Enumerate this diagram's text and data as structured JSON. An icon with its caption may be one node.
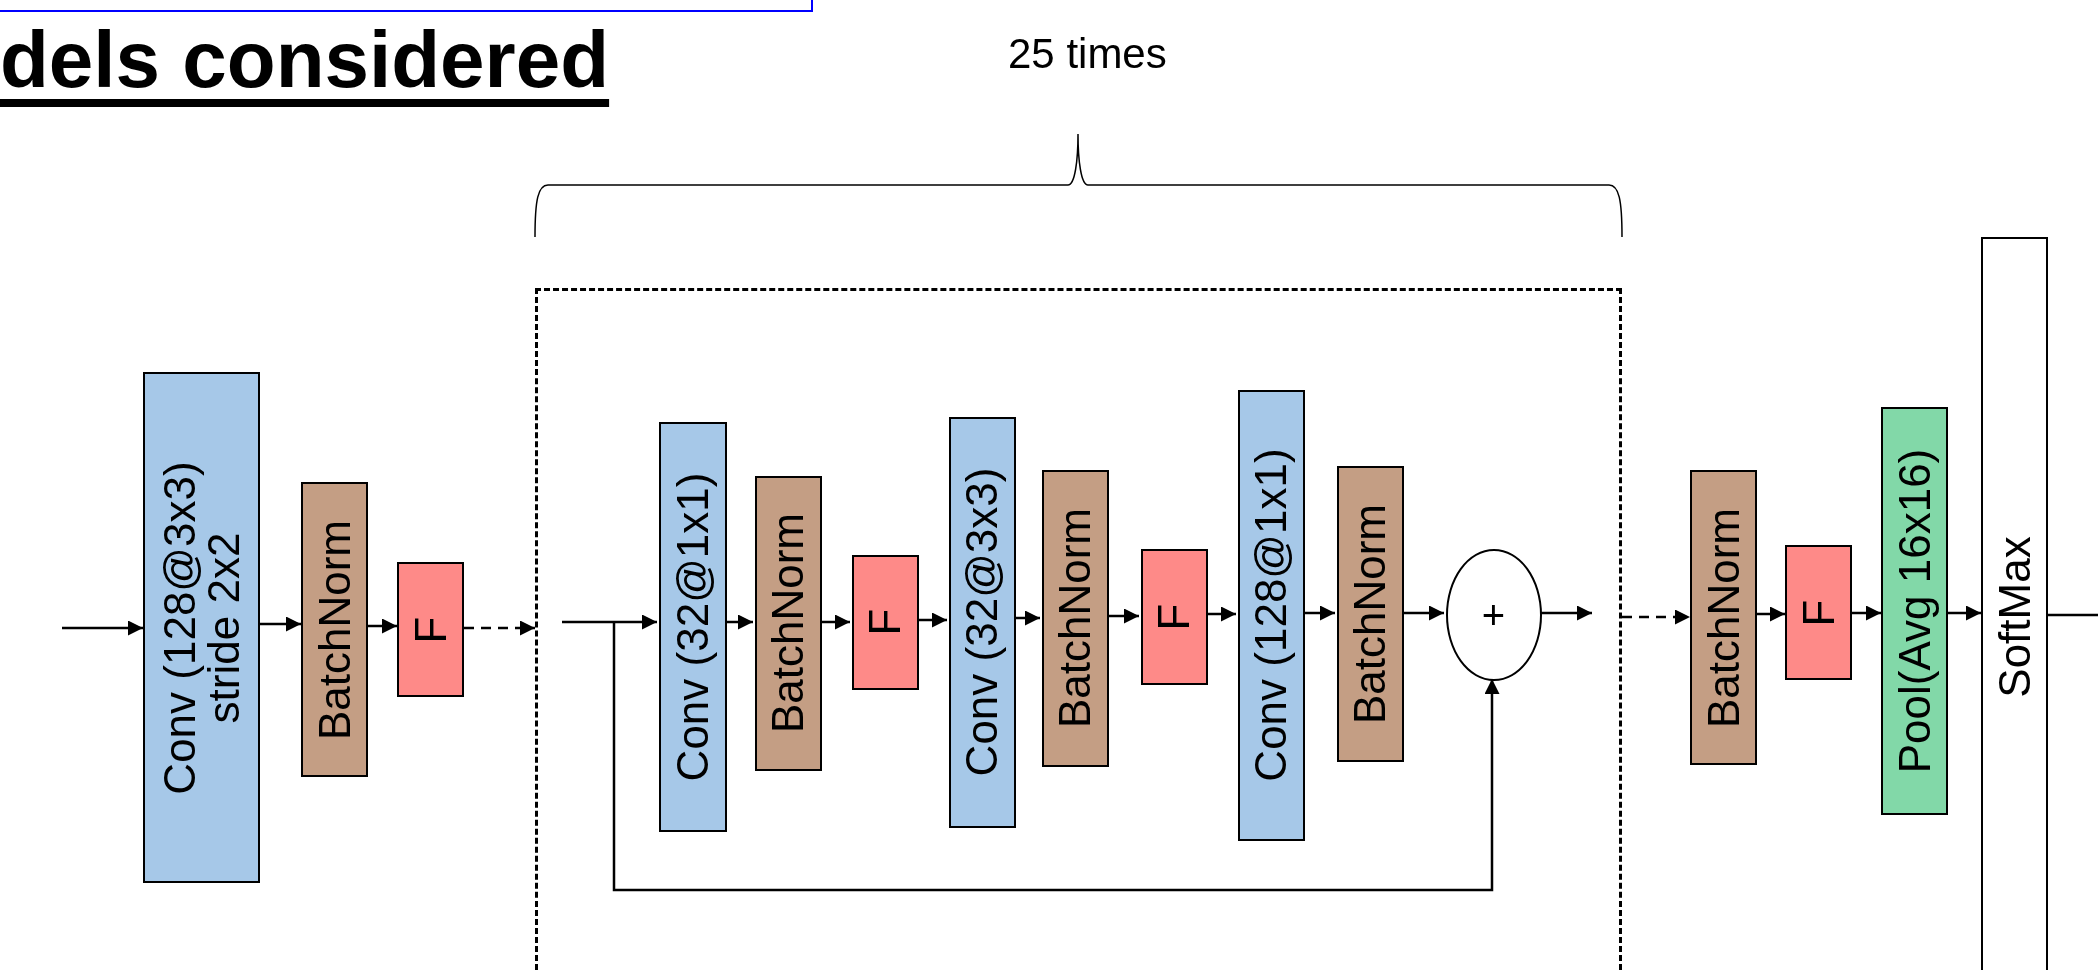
{
  "diagram": {
    "title": "dels considered",
    "nodes": [
      {
        "text": [
          "Conv (128@3x3) stride 2x2"
        ]
      },
      {
        "text": [
          "BatchNorm"
        ]
      },
      {
        "text": [
          "F"
        ]
      },
      {
        "text": [],
        "shape": "box"
      },
      {
        "text": [
          "Conv (32@1x1)"
        ],
        "in": 3
      },
      {
        "text": [
          "BatchNorm"
        ],
        "in": 3
      },
      {
        "text": [
          "F"
        ],
        "in": 3
      },
      {
        "text": [
          "Conv (32@3x3)"
        ],
        "in": 3
      },
      {
        "text": [
          "BatchNorm"
        ],
        "in": 3
      },
      {
        "text": [
          "F"
        ],
        "in": 3
      },
      {
        "text": [
          "Conv (128@1x1)"
        ],
        "in": 3
      },
      {
        "text": [
          "BatchNorm"
        ],
        "in": 3
      },
      {
        "text": [
          "+"
        ],
        "in": 3
      },
      {
        "text": [
          "BatchNorm"
        ]
      },
      {
        "text": [
          "F"
        ]
      },
      {
        "text": [
          "Pool(Avg 16x16)"
        ]
      },
      {
        "text": [
          "SoftMax"
        ]
      }
    ],
    "edges": [
      {
        "from": null,
        "to": 0,
        "arrow": "to"
      },
      {
        "from": 0,
        "to": 1,
        "arrow": "to"
      },
      {
        "from": 1,
        "to": 2,
        "arrow": "to"
      },
      {
        "from": 2,
        "to": 3,
        "arrow": "to",
        "style": "dashed"
      },
      {
        "from": null,
        "to": 4,
        "arrow": "to"
      },
      {
        "from": 4,
        "to": 5,
        "arrow": "to"
      },
      {
        "from": 5,
        "to": 6,
        "arrow": "to"
      },
      {
        "from": 6,
        "to": 7,
        "arrow": "to"
      },
      {
        "from": 7,
        "to": 8,
        "arrow": "to"
      },
      {
        "from": 8,
        "to": 9,
        "arrow": "to"
      },
      {
        "from": 9,
        "to": 10,
        "arrow": "to"
      },
      {
        "from": 10,
        "to": 11,
        "arrow": "to"
      },
      {
        "from": 11,
        "to": 12,
        "arrow": "to"
      },
      {
        "from": null,
        "to": 12,
        "arrow": "to"
      },
      {
        "from": 12,
        "to": null,
        "arrow": "to"
      },
      {
        "from": 3,
        "to": 13,
        "arrow": "to",
        "style": "dashed"
      },
      {
        "from": 13,
        "to": 14,
        "arrow": "to"
      },
      {
        "from": 14,
        "to": 15,
        "arrow": "to"
      },
      {
        "from": 15,
        "to": 16,
        "arrow": "to"
      },
      {
        "from": 16,
        "to": null,
        "arrow": "none"
      }
    ],
    "labels": [
      "25 times"
    ]
  }
}
